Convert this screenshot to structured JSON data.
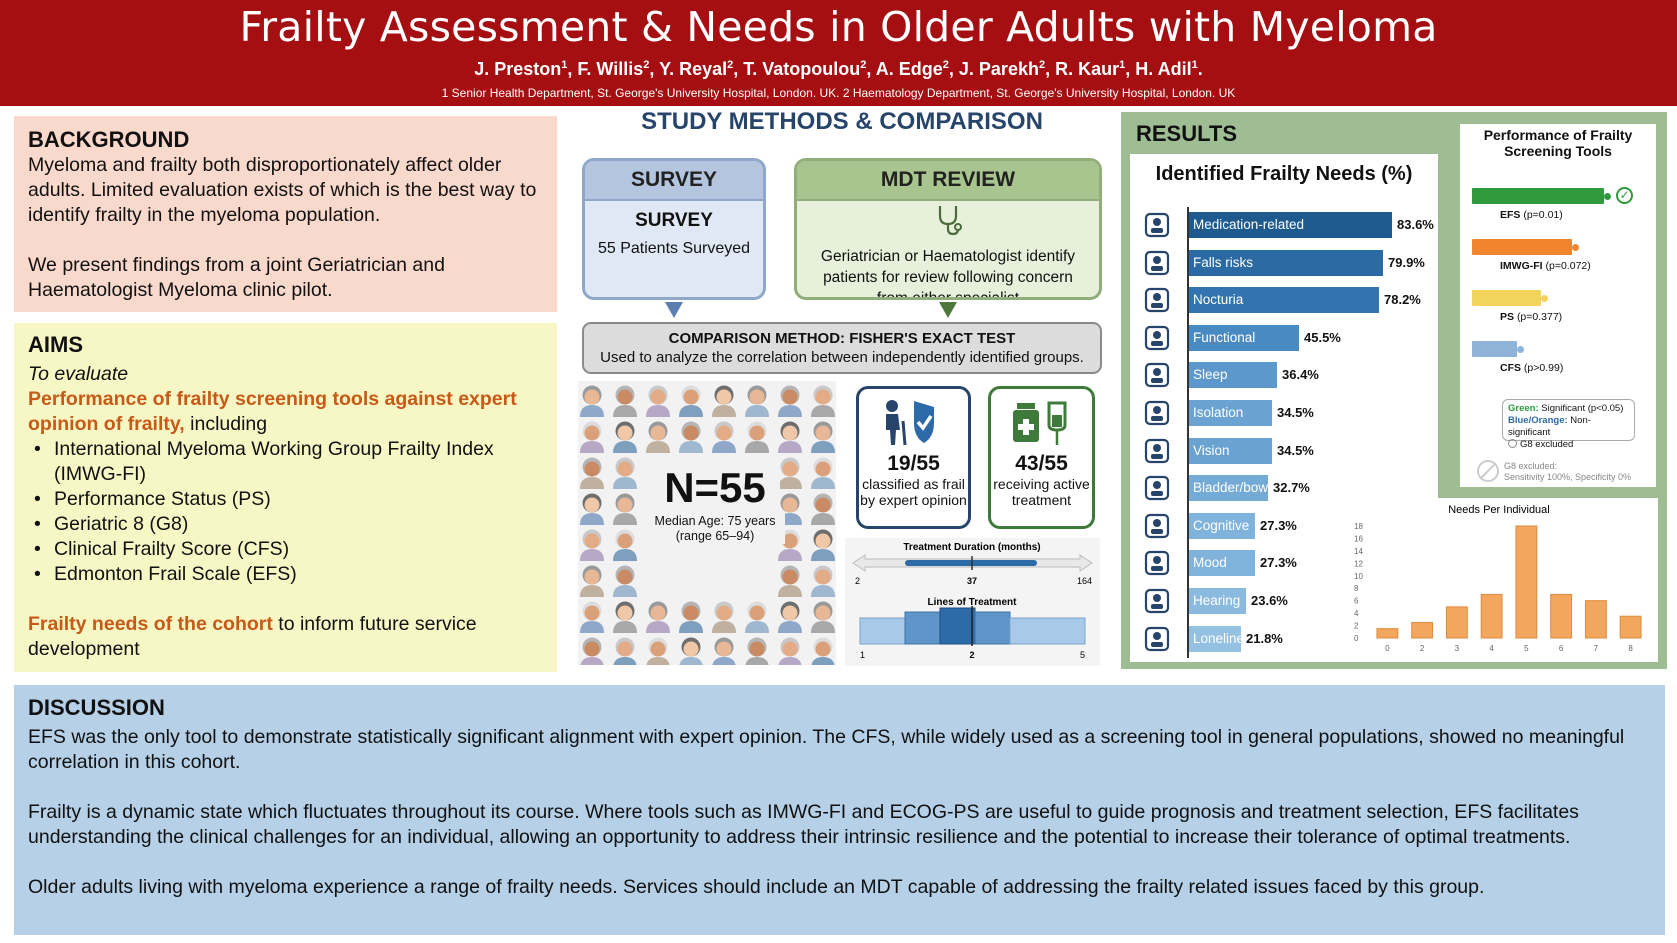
{
  "header": {
    "title": "Frailty Assessment & Needs in Older Adults with Myeloma",
    "authors": [
      {
        "name": "J. Preston",
        "sup": "1",
        "sep": ", "
      },
      {
        "name": "F. Willis",
        "sup": "2",
        "sep": ", "
      },
      {
        "name": "Y. Reyal",
        "sup": "2",
        "sep": ", "
      },
      {
        "name": "T. Vatopoulou",
        "sup": "2",
        "sep": ", "
      },
      {
        "name": "A. Edge",
        "sup": "2",
        "sep": ", "
      },
      {
        "name": "J. Parekh",
        "sup": "2",
        "sep": ", "
      },
      {
        "name": "R. Kaur",
        "sup": "1",
        "sep": ", "
      },
      {
        "name": "H. Adil",
        "sup": "1",
        "sep": "."
      }
    ],
    "affiliations": "1 Senior Health Department, St. George's University Hospital, London. UK. 2 Haematology Department, St. George's University Hospital, London. UK"
  },
  "background": {
    "heading": "BACKGROUND",
    "p1": "Myeloma and frailty both disproportionately affect older adults. Limited evaluation exists of which is the best way to identify frailty in the myeloma population.",
    "p2": "We present findings from a joint Geriatrician and Haematologist Myeloma clinic pilot."
  },
  "aims": {
    "heading": "AIMS",
    "intro": "To evaluate",
    "highlight1": "Performance of frailty screening tools against expert opinion of frailty,",
    "highlight1_tail": " including",
    "tools": [
      "International Myeloma Working Group Frailty Index (IMWG-FI)",
      "Performance Status (PS)",
      "Geriatric 8 (G8)",
      "Clinical Frailty Score (CFS)",
      "Edmonton Frail Scale (EFS)"
    ],
    "highlight2": "Frailty needs of the cohort",
    "highlight2_tail": " to inform future service development"
  },
  "methods": {
    "title": "STUDY METHODS & COMPARISON",
    "survey": {
      "header": "SURVEY",
      "sub": "SURVEY",
      "count": "55 Patients Surveyed"
    },
    "mdt": {
      "header": "MDT REVIEW",
      "desc": "Geriatrician or Haematologist identify patients for review following concern from either specialist"
    },
    "comparison": {
      "heading": "COMPARISON METHOD: FISHER'S EXACT TEST",
      "desc": "Used to analyze the correlation between independently identified groups."
    },
    "cohort": {
      "n": "N=55",
      "median": "Median Age: 75 years",
      "range": "(range 65–94)"
    },
    "frail_card": {
      "value": "19/55",
      "text": "classified as frail by expert opinion"
    },
    "active_card": {
      "value": "43/55",
      "text": "receiving active treatment"
    },
    "duration": {
      "title": "Treatment Duration (months)",
      "min": "2",
      "median": "37",
      "max": "164"
    },
    "lines": {
      "title": "Lines of Treatment",
      "min": "1",
      "median": "2",
      "max": "5"
    }
  },
  "results": {
    "heading": "RESULTS",
    "needs_title": "Identified Frailty Needs (%)",
    "needs": [
      {
        "label": "Medication-related",
        "value": 83.6,
        "display": "83.6%",
        "icon": "pill-bottle-icon",
        "color": "#1f5a8f"
      },
      {
        "label": "Falls risks",
        "value": 79.9,
        "display": "79.9%",
        "icon": "falling-person-icon",
        "color": "#2c6aa3"
      },
      {
        "label": "Nocturia",
        "value": 78.2,
        "display": "78.2%",
        "icon": "toilet-moon-icon",
        "color": "#3274b0"
      },
      {
        "label": "Functional",
        "value": 45.5,
        "display": "45.5%",
        "icon": "wheelchair-icon",
        "color": "#4a8ac2"
      },
      {
        "label": "Sleep",
        "value": 36.4,
        "display": "36.4%",
        "icon": "bed-icon",
        "color": "#5c98cb"
      },
      {
        "label": "Isolation",
        "value": 34.5,
        "display": "34.5%",
        "icon": "house-person-icon",
        "color": "#6aa3d2"
      },
      {
        "label": "Vision",
        "value": 34.5,
        "display": "34.5%",
        "icon": "glasses-icon",
        "color": "#6aa3d2"
      },
      {
        "label": "Bladder/bowels",
        "value": 32.7,
        "display": "32.7%",
        "icon": "toilet-icon",
        "color": "#73aad6"
      },
      {
        "label": "Cognitive",
        "value": 27.3,
        "display": "27.3%",
        "icon": "brain-icon",
        "color": "#80b3dc"
      },
      {
        "label": "Mood",
        "value": 27.3,
        "display": "27.3%",
        "icon": "masks-icon",
        "color": "#80b3dc"
      },
      {
        "label": "Hearing",
        "value": 23.6,
        "display": "23.6%",
        "icon": "ear-icon",
        "color": "#8abade"
      },
      {
        "label": "Loneliness",
        "value": 21.8,
        "display": "21.8%",
        "icon": "lonely-person-icon",
        "color": "#94c0e1"
      }
    ],
    "perf": {
      "title": "Performance of Frailty Screening Tools",
      "tools": [
        {
          "name": "EFS",
          "p": "(p=0.01)",
          "strength": 1.0,
          "color": "#2e9a3c"
        },
        {
          "name": "IMWG-FI",
          "p": "(p=0.072)",
          "strength": 0.76,
          "color": "#f0852d"
        },
        {
          "name": "PS",
          "p": "(p=0.377)",
          "strength": 0.52,
          "color": "#f2d45c"
        },
        {
          "name": "CFS",
          "p": "(p>0.99)",
          "strength": 0.34,
          "color": "#8fb3d9"
        }
      ],
      "legend_green": "Green:",
      "legend_green_text": " Significant (p<0.05)",
      "legend_blue": "Blue/Orange:",
      "legend_blue_text": " Non-significant",
      "legend_g8": "G8 excluded",
      "g8_title": "G8 excluded:",
      "g8_detail": "Sensitivity 100%, Specificity 0%"
    },
    "hist": {
      "title": "Needs Per Individual",
      "x_ticks": [
        "0",
        "2",
        "3",
        "4",
        "5",
        "6",
        "7",
        "8"
      ],
      "y_ticks": [
        "0",
        "2",
        "4",
        "6",
        "8",
        "10",
        "12",
        "14",
        "16",
        "18"
      ]
    }
  },
  "chart_data": [
    {
      "type": "bar",
      "title": "Identified Frailty Needs (%)",
      "categories": [
        "Medication-related",
        "Falls risks",
        "Nocturia",
        "Functional",
        "Sleep",
        "Isolation",
        "Vision",
        "Bladder/bowels",
        "Cognitive",
        "Mood",
        "Hearing",
        "Loneliness"
      ],
      "values": [
        83.6,
        79.9,
        78.2,
        45.5,
        36.4,
        34.5,
        34.5,
        32.7,
        27.3,
        27.3,
        23.6,
        21.8
      ]
    },
    {
      "type": "bar",
      "title": "Needs Per Individual",
      "categories": [
        "0",
        "2",
        "3",
        "4",
        "5",
        "6",
        "7",
        "8"
      ],
      "values": [
        1.5,
        2.5,
        5,
        7,
        18,
        7,
        6,
        3.5
      ],
      "ylim": [
        0,
        18
      ]
    }
  ],
  "discussion": {
    "heading": "DISCUSSION",
    "p1": "EFS was the only tool to demonstrate statistically significant alignment with expert opinion. The CFS, while widely used as a screening tool in general populations, showed no meaningful correlation in this cohort.",
    "p2": "Frailty is a dynamic state which fluctuates throughout its course. Where tools such as IMWG-FI and ECOG-PS are useful to guide prognosis and treatment selection, EFS facilitates understanding the clinical challenges for an individual, allowing an opportunity to address their intrinsic resilience and the potential to increase their tolerance of optimal treatments.",
    "p3": "Older adults living with myeloma experience a range of frailty needs. Services should include an MDT capable of addressing the frailty related issues faced by this group."
  }
}
